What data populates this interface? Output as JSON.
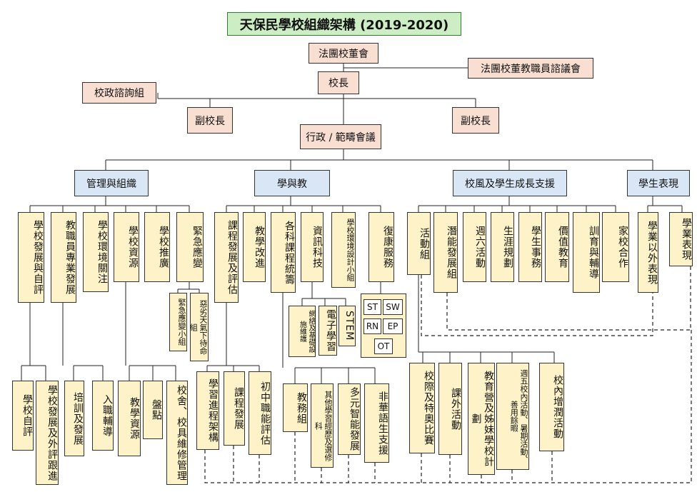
{
  "title": "天保民學校組織架構 (2019-2020)",
  "top": {
    "board": "法團校董會",
    "staff_council": "法團校董教職員諮議會",
    "principal": "校長",
    "advisory": "校政諮詢組",
    "vp_left": "副校長",
    "vp_right": "副校長",
    "admin_meeting": "行政 / 範疇會議"
  },
  "domains": {
    "management": "管理與組織",
    "learning": "學與教",
    "ethos": "校風及學生成長支援",
    "performance": "學生表現"
  },
  "management": {
    "self_eval": "學校發展與自評",
    "staff_dev": "教職員專業發展",
    "environment": "學校環境關注",
    "resources": "學校資源",
    "promotion": "學校推廣",
    "emergency": "緊急應變",
    "emergency_team": "緊急應變小組",
    "weather_team": "惡劣天氣下待命組",
    "school_self_eval": "學校自評",
    "external_review": "學校發展及外評跟進",
    "training": "培訓及發展",
    "induction": "入職輔導",
    "teaching_resources": "教學資源",
    "stocktake": "盤點",
    "maintenance": "校舍、校具維修管理"
  },
  "learning": {
    "curriculum": "課程發展及評估",
    "improvement": "教學改進",
    "subjects": "各科課程統籌",
    "it": "資訊科技",
    "env_design": "學校環境設計小組",
    "rehab": "復康服務",
    "network": "網絡及基礎設施維護",
    "elearning": "電子學習",
    "stem": "STEM",
    "therapy": [
      "ST",
      "SW",
      "RN",
      "EP",
      "OT"
    ],
    "learning_progress": "學習進程架構",
    "course_dev": "課程發展",
    "vocational": "初中職能評估",
    "academic": "教務組",
    "other_exp": "其他學習經歷及選修科",
    "multiple_intel": "多元智能發展",
    "non_chinese": "非華語生支援"
  },
  "ethos": {
    "activities": "活動組",
    "potential": "潛能發展組",
    "saturday": "週六活動",
    "career": "生涯規劃",
    "affairs": "學生事務",
    "values": "價值教育",
    "discipline": "訓育與輔導",
    "home_school": "家校合作",
    "competitions": "校際及特奧比賽",
    "extracurricular": "課外活動",
    "camps": "教育營及姊妹學校計劃",
    "holiday": "週五校內活動、暑期活動、善用餘暇",
    "enrichment": "校內增潤活動"
  },
  "performance": {
    "non_academic": "學業以外表現",
    "academic": "學業表現"
  }
}
